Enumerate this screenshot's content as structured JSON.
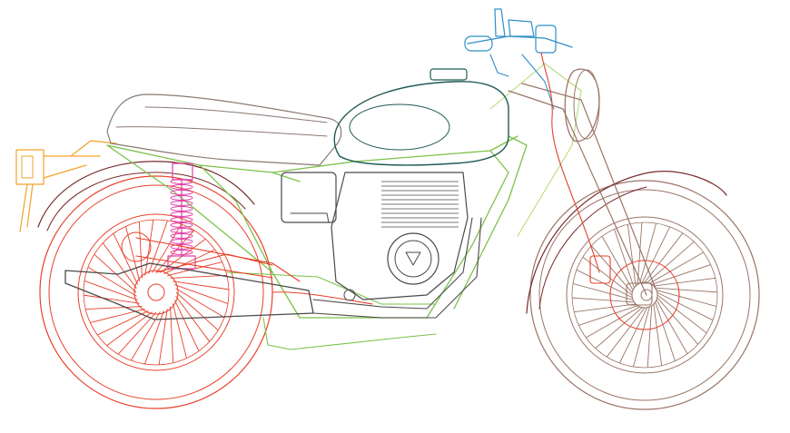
{
  "drawing": {
    "style": "line-art-technical-illustration",
    "subject": "motorcycle-side-view",
    "colors": {
      "rear_wheel": "#e8402a",
      "front_wheel": "#9a7466",
      "frame": "#7cc24a",
      "frame_light": "#b6dc7a",
      "engine": "#4a4a4a",
      "tank": "#1f5a55",
      "seat": "#8a7a72",
      "shock": "#e040a8",
      "tail_light": "#f2a22a",
      "handlebar": "#2f8fc8",
      "brake_line": "#e0402a",
      "headlight": "#9a7466",
      "fender_rear": "#7a2a2a"
    },
    "icons": {
      "rear_wheel": "spoked-wheel",
      "front_wheel": "spoked-wheel"
    }
  }
}
